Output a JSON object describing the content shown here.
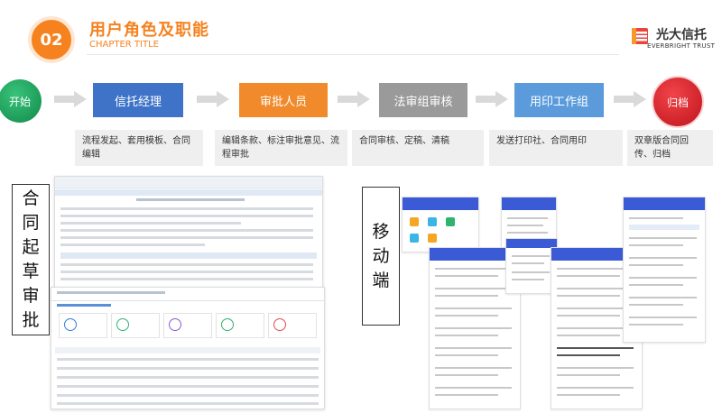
{
  "header": {
    "number": "02",
    "title": "用户角色及职能",
    "subtitle": "CHAPTER TITLE",
    "logo_cn": "光大信托",
    "logo_en": "EVERBRIGHT TRUST",
    "logo_icon": "everbright-logo-icon"
  },
  "flow": {
    "start": "开始",
    "steps": [
      "信托经理",
      "审批人员",
      "法审组审核",
      "用印工作组"
    ],
    "end": "归档",
    "descriptions": [
      "流程发起、套用模板、合同编辑",
      "编辑条款、标注审批意见、流程审批",
      "合同审核、定稿、清稿",
      "发送打印社、合同用印",
      "双章版合同回传、归档"
    ]
  },
  "labels": {
    "desktop": [
      "合",
      "同",
      "起",
      "草",
      "审",
      "批"
    ],
    "mobile": [
      "移",
      "动",
      "端"
    ]
  },
  "colors": {
    "accent": "#f5821f",
    "start": "#1ea35c",
    "end": "#d4161e",
    "step1": "#3e73c8",
    "step2": "#f08a2a",
    "step3": "#9a9a9a",
    "step4": "#5b9bdc"
  }
}
